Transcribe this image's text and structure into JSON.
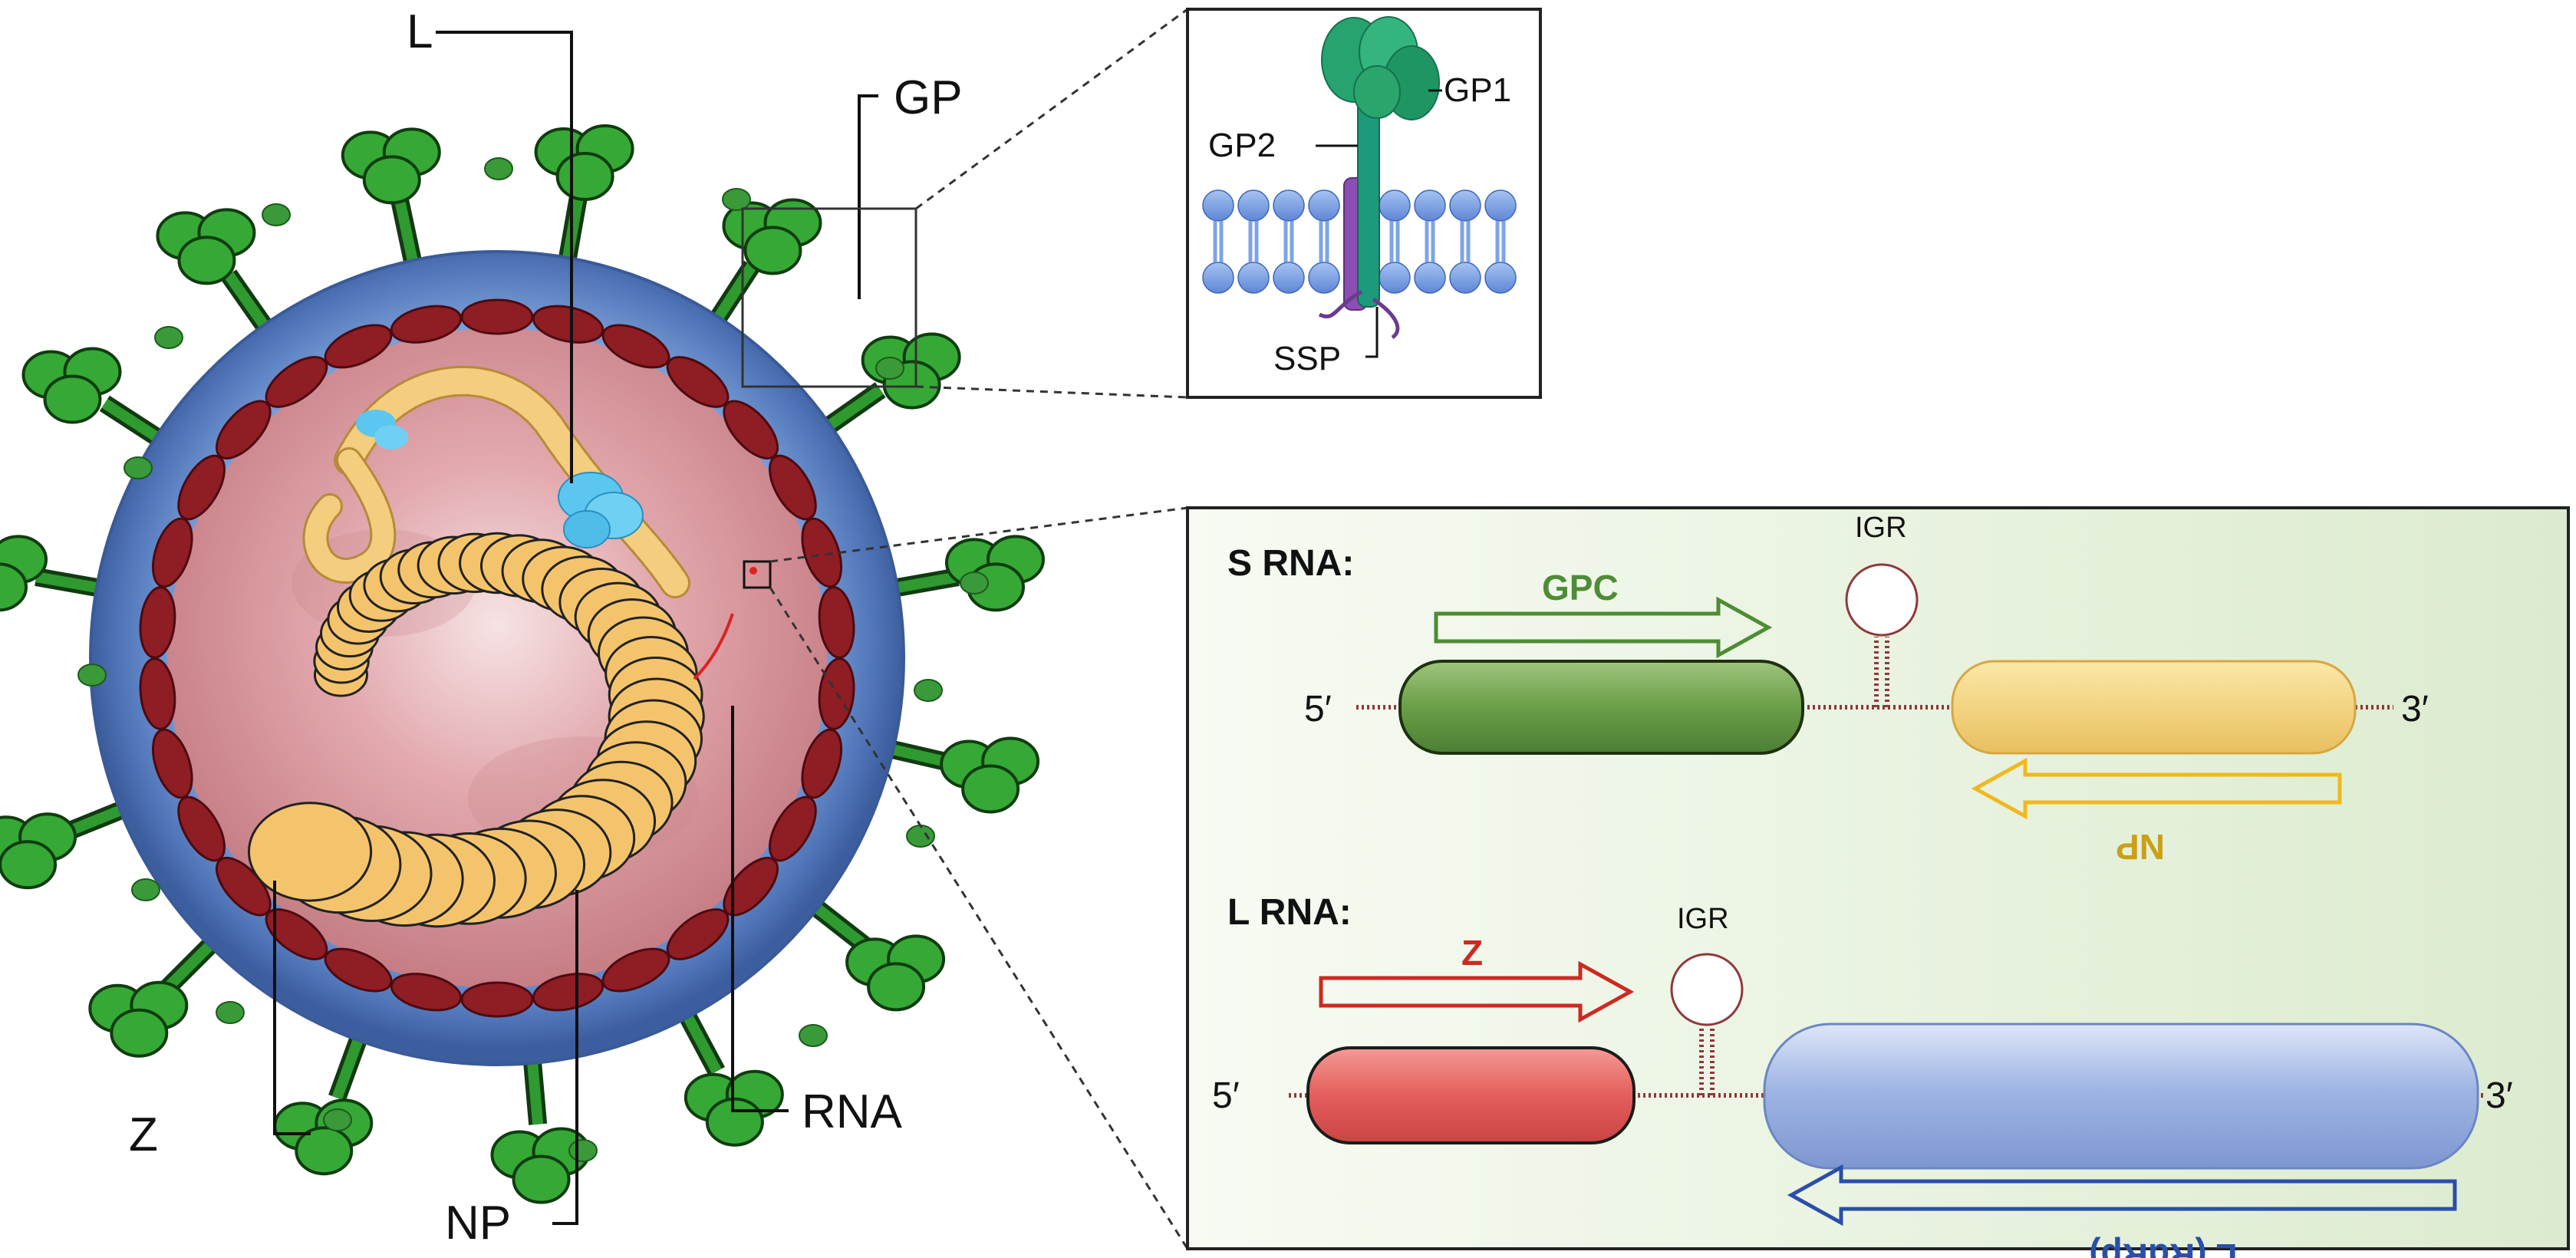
{
  "virion": {
    "labels": {
      "l": "L",
      "gp": "GP",
      "z": "Z",
      "np": "NP",
      "rna": "RNA"
    }
  },
  "inset": {
    "labels": {
      "gp1": "GP1",
      "gp2": "GP2",
      "ssp": "SSP"
    }
  },
  "genome": {
    "s_rna": {
      "title": "S RNA:",
      "five_prime": "5′",
      "three_prime": "3′",
      "igr": "IGR",
      "forward_gene": "GPC",
      "reverse_gene": "NP"
    },
    "l_rna": {
      "title": "L RNA:",
      "five_prime": "5′",
      "three_prime": "3′",
      "igr": "IGR",
      "forward_gene": "Z",
      "reverse_gene": "L (RdRp)"
    }
  },
  "colors": {
    "envelope": "#4f75b8",
    "matrix_z": "#8f1d24",
    "interior": "#d9959b",
    "glycoprotein": "#2f9a2f",
    "nucleoprotein": "#f2c26b",
    "polymerase": "#5bc6ef",
    "gpc_gene": "#5f9a3d",
    "np_gene": "#f1d27a",
    "z_gene": "#e05a5a",
    "l_gene": "#8fa8df",
    "gpc_arrow": "#4e8c35",
    "np_arrow": "#f1b81d",
    "z_arrow": "#cc2a22",
    "l_arrow": "#2a4fa8",
    "genome_panel_bg": "#e9f3e1"
  }
}
